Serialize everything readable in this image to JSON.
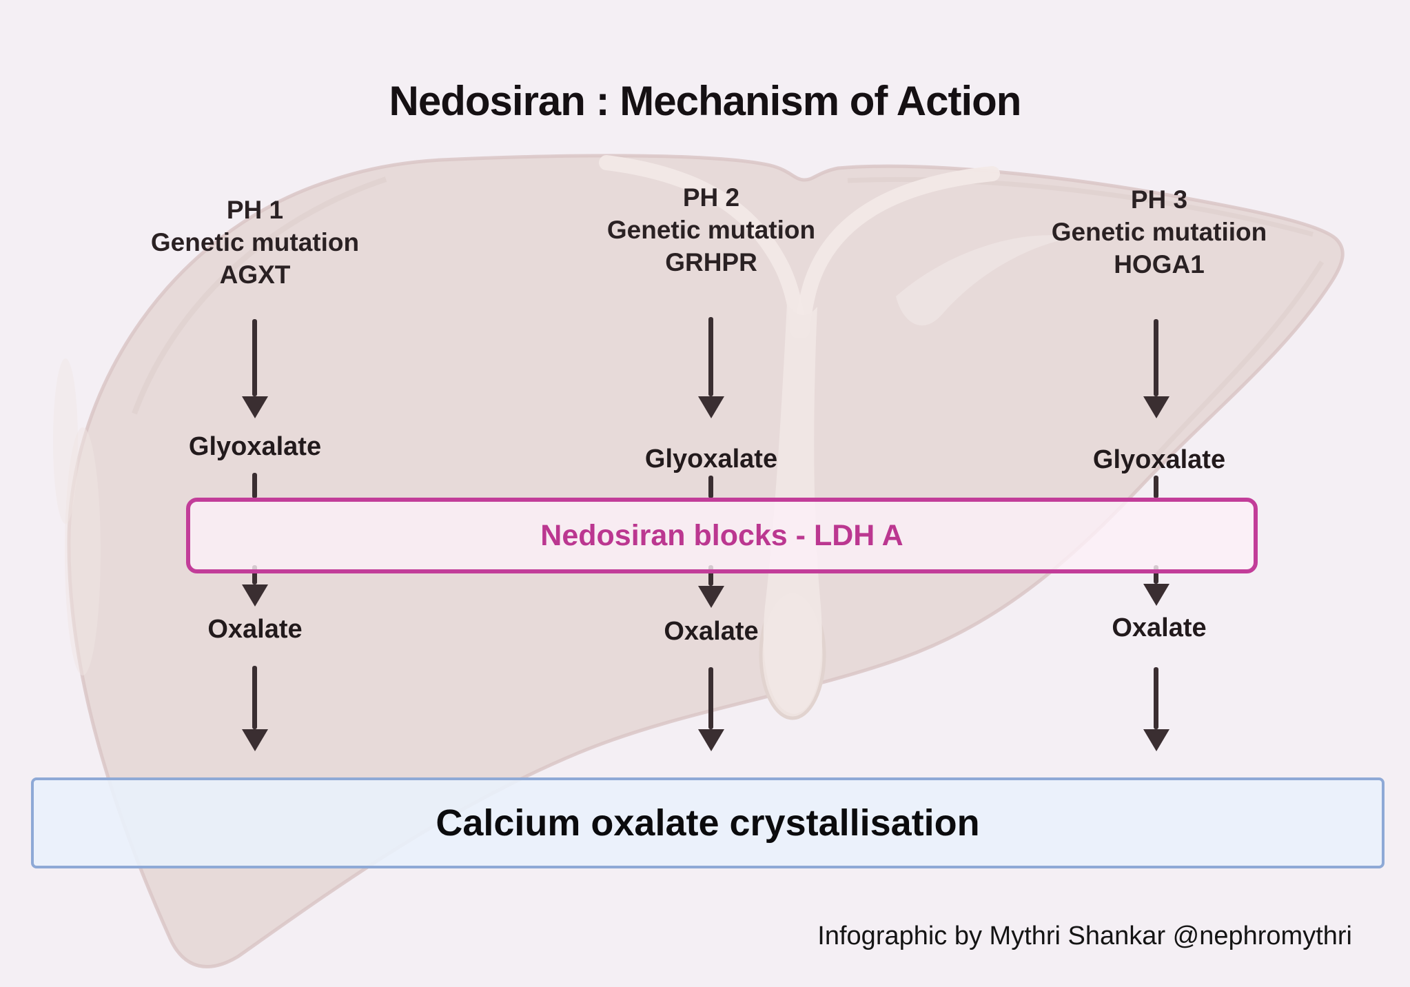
{
  "title": "Nedosiran : Mechanism of Action",
  "columns": [
    {
      "header_lines": [
        "PH 1",
        "Genetic mutation",
        "AGXT"
      ],
      "intermediate": "Glyoxalate",
      "product": "Oxalate"
    },
    {
      "header_lines": [
        "PH 2",
        "Genetic mutation",
        "GRHPR"
      ],
      "intermediate": "Glyoxalate",
      "product": "Oxalate"
    },
    {
      "header_lines": [
        "PH 3",
        "Genetic mutatiion",
        "HOGA1"
      ],
      "intermediate": "Glyoxalate",
      "product": "Oxalate"
    }
  ],
  "blocker_box": {
    "label": "Nedosiran blocks - LDH A",
    "border_color": "#c23d99",
    "text_color": "#bb3790",
    "fill_color": "#fbeff7"
  },
  "outcome_box": {
    "label": "Calcium oxalate crystallisation",
    "border_color": "#8ea9d6",
    "fill_color": "#e9f1fc",
    "text_color": "#0b0b0d"
  },
  "credit": "Infographic by Mythri Shankar @nephromythri",
  "illustration": {
    "name": "liver-illustration",
    "base_color": "#e7dad9",
    "outline_color": "#d9c6c5",
    "ligament_color": "#f2e9e7"
  },
  "arrow_color": "#3a2e31",
  "background_color": "#f4eff4"
}
